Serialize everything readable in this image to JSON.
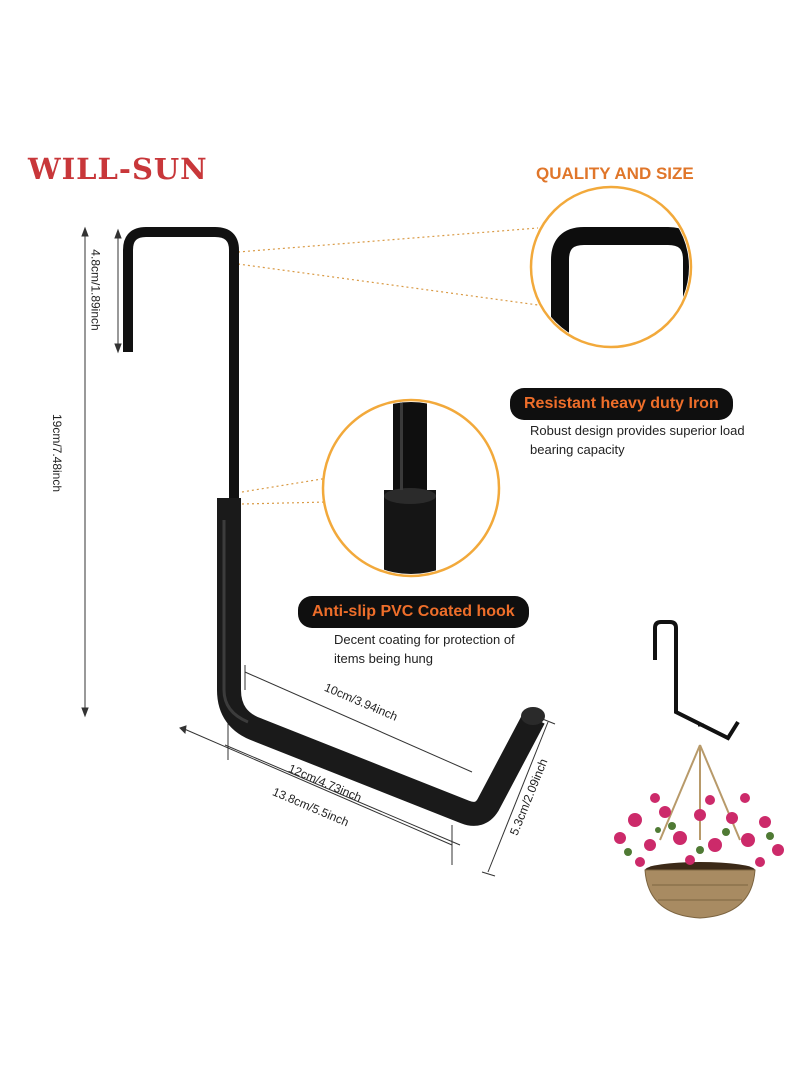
{
  "brand": {
    "name": "WILL-SUN"
  },
  "heading": "QUALITY AND SIZE",
  "features": [
    {
      "title": "Resistant heavy duty Iron",
      "description": "Robust design provides superior load bearing capacity"
    },
    {
      "title": "Anti-slip PVC Coated hook",
      "description": "Decent coating for protection of items being hung"
    }
  ],
  "dimensions": {
    "hook_top": "4.8cm/1.89inch",
    "total_height": "19cm/7.48inch",
    "inner_arm": "10cm/3.94inch",
    "bottom_arm": "12cm/4.73inch",
    "total_length": "13.8cm/5.5inch",
    "tip_height": "5.3cm/2.09inch"
  },
  "colors": {
    "brand": "#c8373a",
    "accent": "#e0762a",
    "circle": "#f2a93b",
    "hook": "#111111"
  },
  "icons": [
    "hook-product-image",
    "zoom-circle-hook-top",
    "zoom-circle-coating",
    "hanging-flower-basket-image"
  ]
}
